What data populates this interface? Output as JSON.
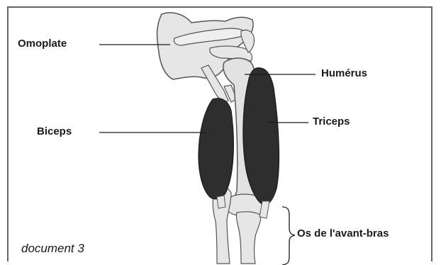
{
  "labels": {
    "omoplate": "Omoplate",
    "biceps": "Biceps",
    "humerus": "Humérus",
    "triceps": "Triceps",
    "avant_bras": "Os de l'avant-bras"
  },
  "caption": "document 3",
  "colors": {
    "muscle": "#2e2e2e",
    "bone": "#e6e6e6",
    "bone_outline": "#555555",
    "frame": "#666666",
    "text": "#1a1a1a"
  }
}
